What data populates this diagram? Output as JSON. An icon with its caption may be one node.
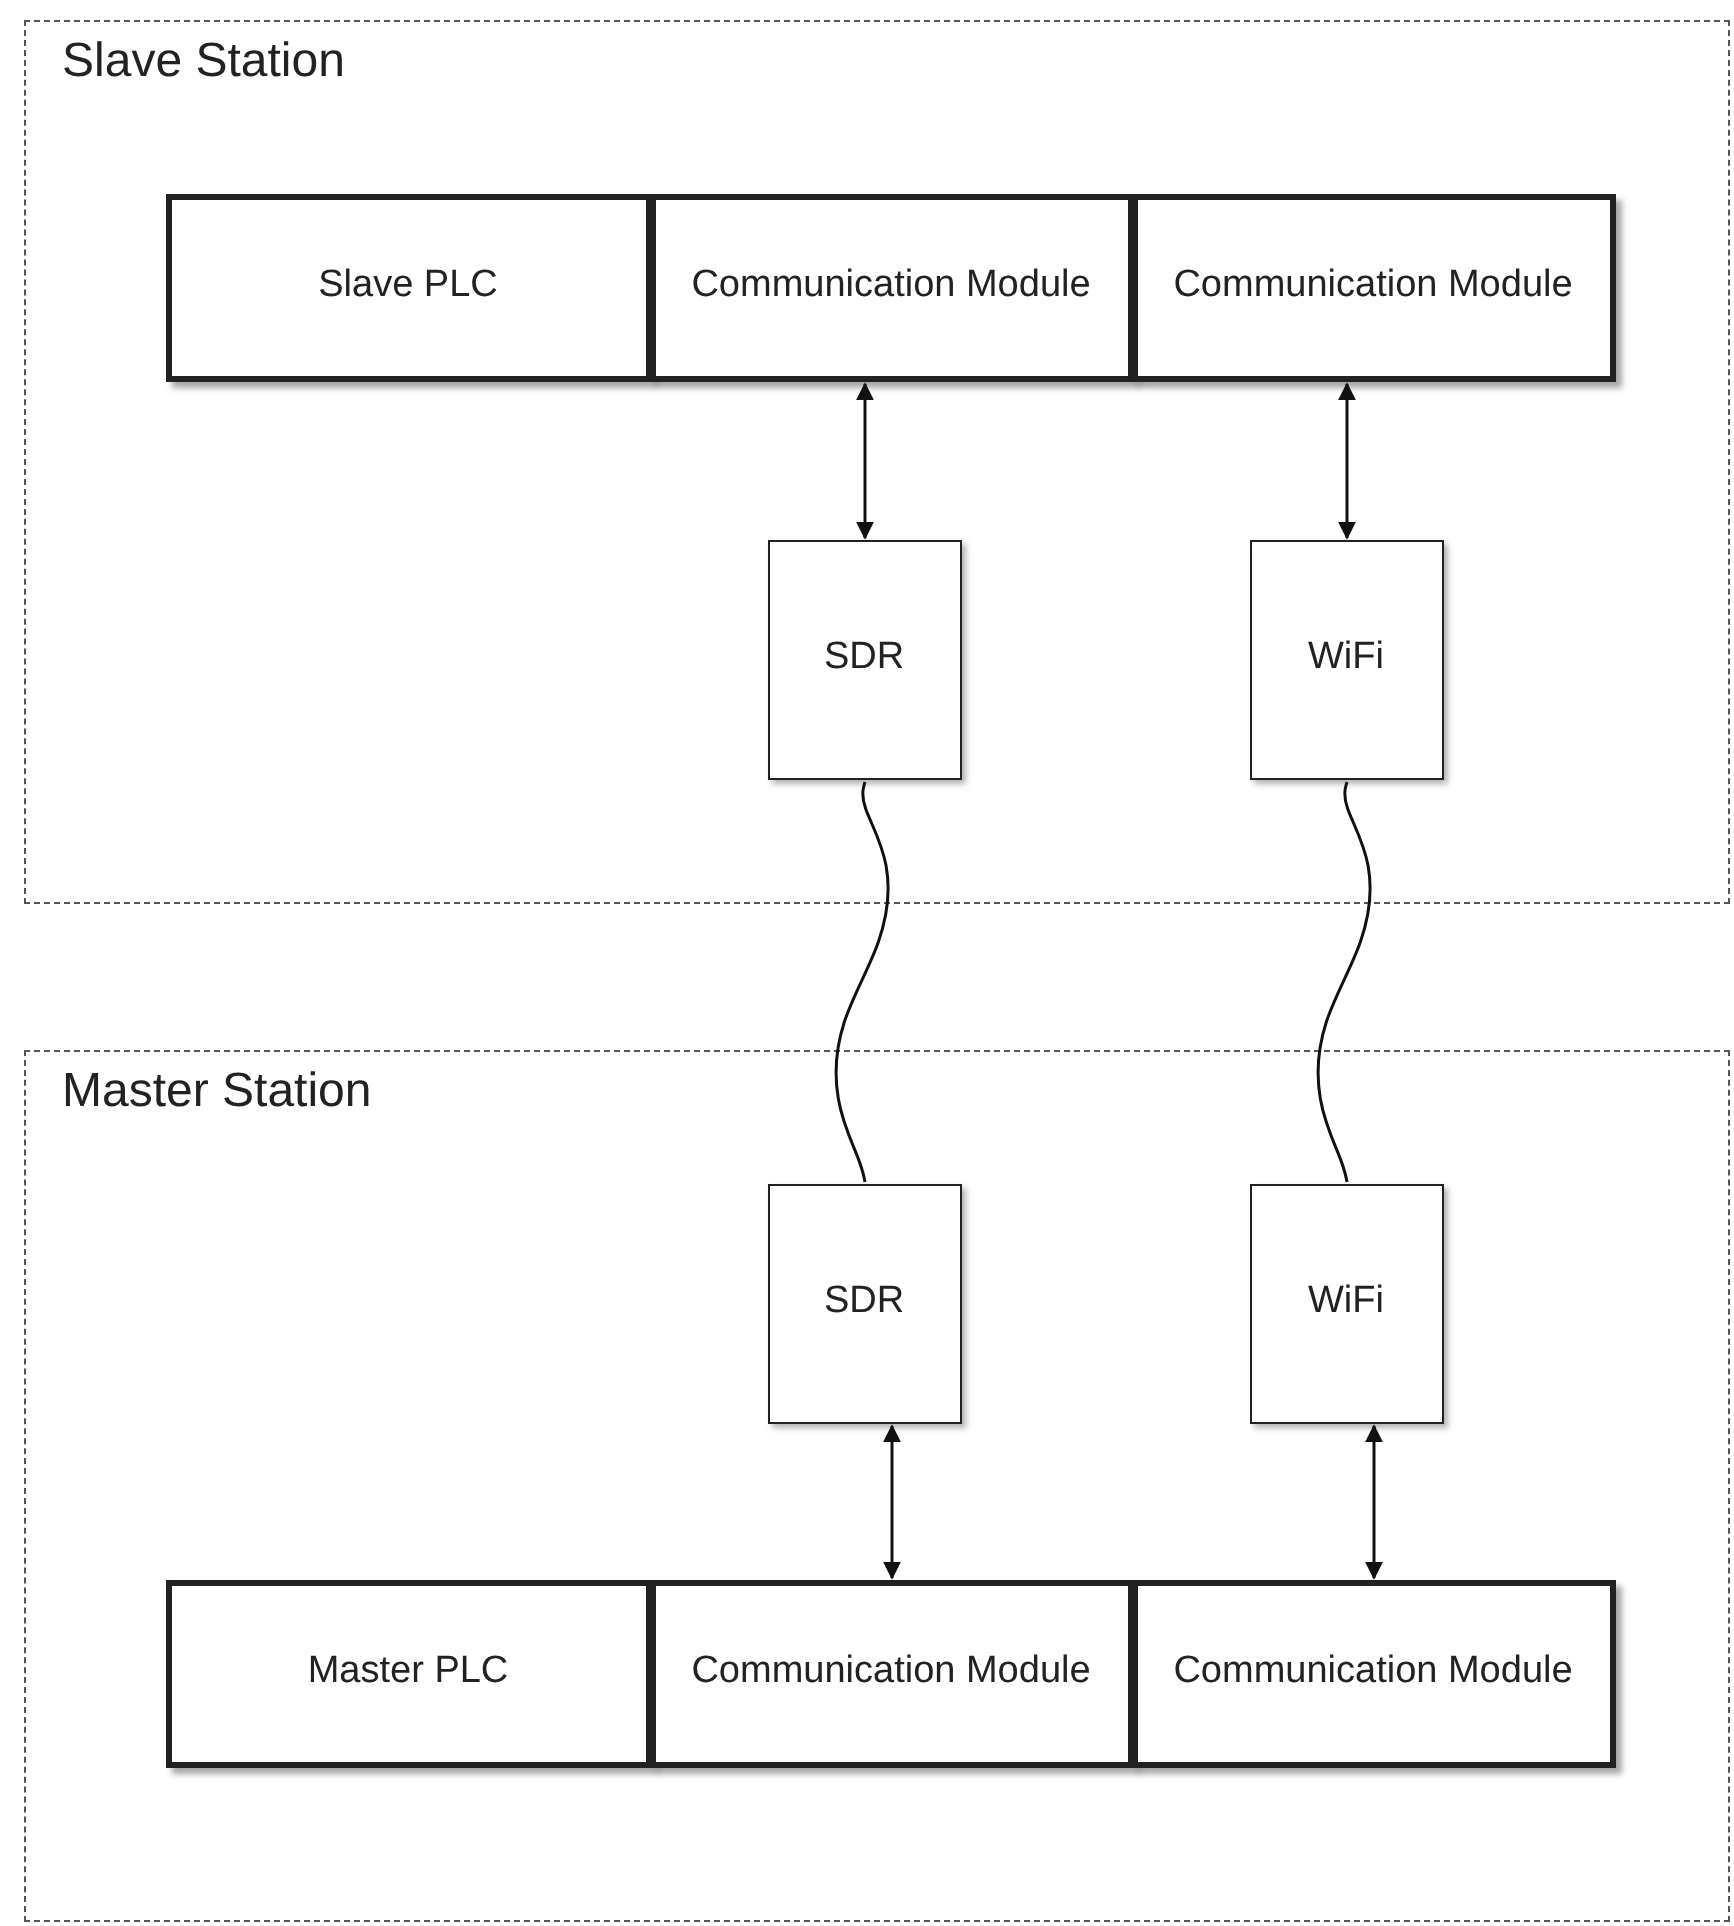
{
  "diagram": {
    "nodes": [
      {
        "text": [
          "Slave Station"
        ]
      },
      {
        "text": [
          "Slave PLC"
        ],
        "in": 0
      },
      {
        "text": [
          "Communication Module"
        ],
        "in": 0
      },
      {
        "text": [
          "Communication Module"
        ],
        "in": 0
      },
      {
        "text": [
          "SDR"
        ],
        "in": 0
      },
      {
        "text": [
          "WiFi"
        ],
        "in": 0
      },
      {
        "text": [
          "Master Station"
        ]
      },
      {
        "text": [
          "SDR"
        ],
        "in": 6
      },
      {
        "text": [
          "WiFi"
        ],
        "in": 6
      },
      {
        "text": [
          "Master PLC"
        ],
        "in": 6
      },
      {
        "text": [
          "Communication Module"
        ],
        "in": 6
      },
      {
        "text": [
          "Communication Module"
        ],
        "in": 6
      }
    ],
    "edges": [
      {
        "from": 2,
        "to": 4,
        "arrow": "both"
      },
      {
        "from": 3,
        "to": 5,
        "arrow": "both"
      },
      {
        "from": 4,
        "to": 7,
        "arrow": "none"
      },
      {
        "from": 5,
        "to": 8,
        "arrow": "none"
      },
      {
        "from": 7,
        "to": 10,
        "arrow": "both"
      },
      {
        "from": 8,
        "to": 11,
        "arrow": "both"
      }
    ]
  }
}
